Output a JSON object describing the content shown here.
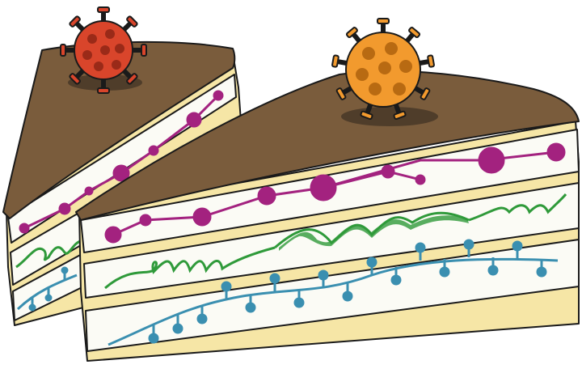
{
  "illustration": {
    "colors": {
      "background": "#ffffff",
      "outline": "#1a1a1a",
      "chocolate": "#7a5c3c",
      "chocolate_shadow": "#4a3a28",
      "sponge": "#f6e6a6",
      "sponge_shadow": "#e8cf7a",
      "cream": "#fbfbf5",
      "cream_edge": "#e6c7c7",
      "protein_chain": "#a3227f",
      "rna_helix": "#2f9a3a",
      "dna_strand": "#3a8fb0",
      "virus_red": "#d9452b",
      "virus_red_dark": "#9a2a18",
      "virus_orange": "#f29a2e",
      "virus_orange_dark": "#b86a12"
    },
    "elements": [
      {
        "name": "back-cake-slice",
        "has_virus_topping": true,
        "virus_color": "red"
      },
      {
        "name": "front-cake-slice",
        "has_virus_topping": true,
        "virus_color": "orange"
      }
    ],
    "layers": [
      "chocolate-icing",
      "protein-chain-cream",
      "rna-helix-cream",
      "dna-strand-cream",
      "sponge"
    ]
  }
}
